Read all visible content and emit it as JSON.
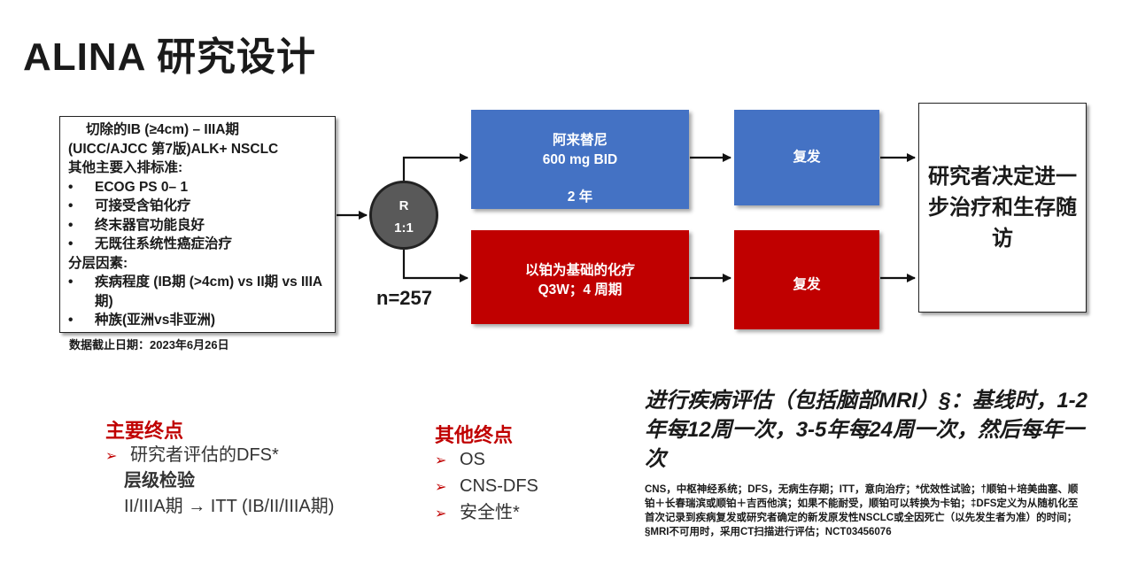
{
  "title": "ALINA 研究设计",
  "criteria": {
    "line1": "切除的IB (≥4cm) – IIIA期",
    "line2": "(UICC/AJCC 第7版)ALK+ NSCLC",
    "inclusion_heading": "其他主要入排标准:",
    "inclusion": [
      "ECOG PS 0– 1",
      "可接受含铂化疗",
      "终末器官功能良好",
      "无既往系统性癌症治疗"
    ],
    "strat_heading": "分层因素:",
    "strat": [
      "疾病程度 (IB期 (>4cm) vs II期 vs IIIA期)",
      "种族(亚洲vs非亚洲)"
    ]
  },
  "cutoff": "数据截止日期：2023年6月26日",
  "randomization": {
    "label": "R",
    "ratio": "1:1"
  },
  "n": "n=257",
  "arm1": {
    "drug": "阿来替尼",
    "dose": "600 mg BID",
    "duration": "2 年",
    "followup": "复发",
    "color": "#4472c4"
  },
  "arm2": {
    "drug": "以铂为基础的化疗",
    "schedule": "Q3W；4 周期",
    "followup": "复发",
    "color": "#c00000"
  },
  "decision": "研究者决定进一步治疗和生存随访",
  "primary": {
    "heading": "主要终点",
    "item": "研究者评估的DFS*",
    "sub_heading": "层级检验",
    "sub_text": "II/IIIA期 → ITT (IB/II/IIIA期)"
  },
  "other": {
    "heading": "其他终点",
    "items": [
      "OS",
      "CNS-DFS",
      "安全性*"
    ]
  },
  "assessment": "进行疾病评估（包括脑部MRI）§：基线时，1-2年每12周一次，3-5年每24周一次，然后每年一次",
  "footnote": "CNS，中枢神经系统；DFS，无病生存期；ITT，意向治疗；*优效性试验；†顺铂＋培美曲塞、顺铂＋长春瑞滨或顺铂＋吉西他滨；如果不能耐受，顺铂可以转换为卡铂；‡DFS定义为从随机化至首次记录到疾病复发或研究者确定的新发原发性NSCLC或全因死亡（以先发生者为准）的时间；§MRI不可用时，采用CT扫描进行评估；NCT03456076",
  "icons": {
    "bullet": "arrow-bullet-icon"
  }
}
